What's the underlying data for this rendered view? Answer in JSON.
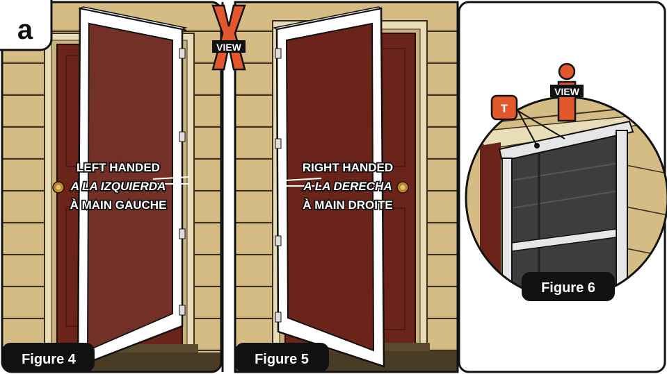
{
  "step_badge": "a",
  "colors": {
    "siding": "#D5BC84",
    "siding_line": "#3a3020",
    "door": "#6B241A",
    "door_dark": "#4e1912",
    "frame": "#ffffff",
    "accent": "#E2572B",
    "black": "#111111",
    "knob": "#B8892D"
  },
  "view_marks": {
    "x_view": "VIEW",
    "i_view": "VIEW"
  },
  "panels": {
    "left": {
      "figure_label": "Figure 4",
      "lines": [
        "LEFT HANDED",
        "A LA IZQUIERDA",
        "À MAIN GAUCHE"
      ]
    },
    "middle": {
      "figure_label": "Figure 5",
      "lines": [
        "RIGHT HANDED",
        "A LA DERECHA",
        "À MAIN DROITE"
      ]
    },
    "right": {
      "figure_label": "Figure 6",
      "callout": "T"
    }
  },
  "icons": {
    "x_view": "x-view-icon",
    "i_view": "i-view-icon",
    "knob": "door-knob-icon"
  }
}
